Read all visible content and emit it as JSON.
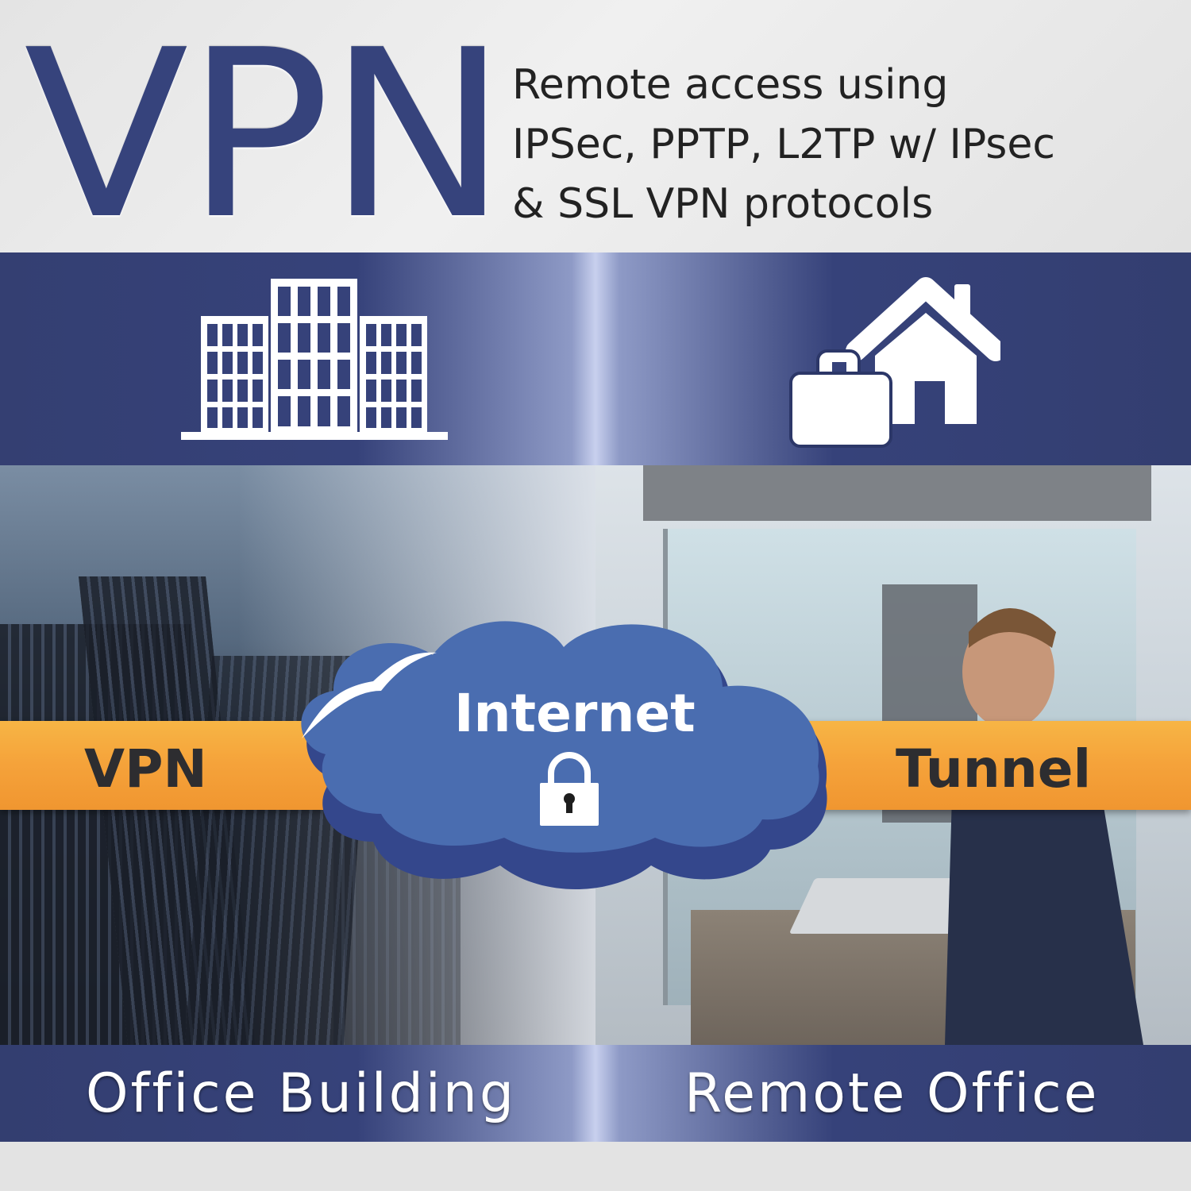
{
  "header": {
    "title": "VPN",
    "subtitle_lines": [
      "Remote access using",
      "IPSec, PPTP, L2TP w/ IPsec",
      "& SSL VPN protocols"
    ]
  },
  "icons": {
    "left": "office-building-icon",
    "right": "home-office-briefcase-icon"
  },
  "tunnel": {
    "left_label": "VPN",
    "right_label": "Tunnel"
  },
  "cloud": {
    "label": "Internet",
    "icon": "padlock-icon"
  },
  "footer_labels": {
    "left": "Office Building",
    "right": "Remote Office"
  },
  "colors": {
    "navy": "#36427a",
    "orange": "#f5a23a",
    "cloud_blue": "#4a6db0",
    "cloud_shadow": "#34478c",
    "text_dark": "#2d2d30"
  }
}
